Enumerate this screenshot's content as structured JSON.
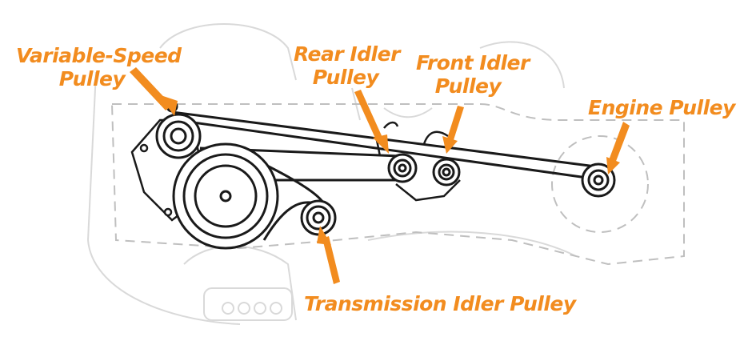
{
  "labels": {
    "variable_speed": {
      "line1": "Variable-Speed",
      "line2": "Pulley"
    },
    "rear_idler": {
      "line1": "Rear Idler",
      "line2": "Pulley"
    },
    "front_idler": {
      "line1": "Front Idler",
      "line2": "Pulley"
    },
    "engine": {
      "line1": "Engine Pulley"
    },
    "transmission_idler": {
      "line1": "Transmission Idler Pulley"
    }
  },
  "colors": {
    "label": "#f28c1f",
    "line": "#1a1a1a",
    "ghost": "#d9d9d9",
    "dashed": "#bfbfbf"
  }
}
